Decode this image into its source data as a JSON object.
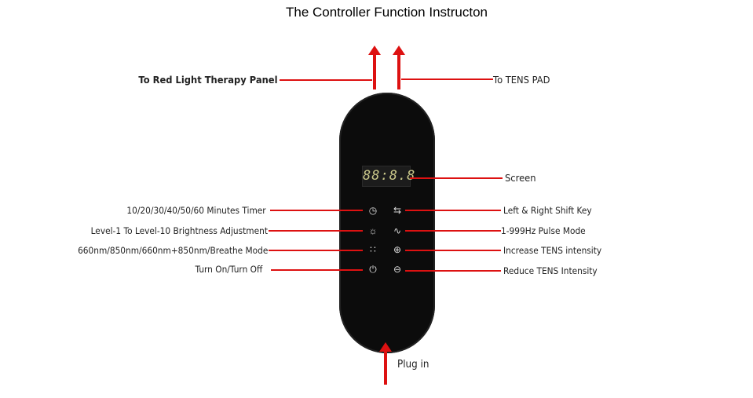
{
  "title": "The Controller Function Instructon",
  "top_left_label": "To Red Light Therapy Panel",
  "top_right_label": "To TENS PAD",
  "screen_label": "Screen",
  "screen_display": "88:8.8",
  "left_labels": [
    "10/20/30/40/50/60  Minutes Timer",
    "Level-1 To Level-10 Brightness Adjustment",
    "660nm/850nm/660nm+850nm/Breathe Mode",
    "Turn On/Turn Off"
  ],
  "right_labels": [
    "Left & Right Shift Key",
    "1-999Hz Pulse Mode",
    "Increase TENS intensity",
    "Reduce TENS Intensity"
  ],
  "bottom_label": "Plug in",
  "accent": "#dd1111"
}
